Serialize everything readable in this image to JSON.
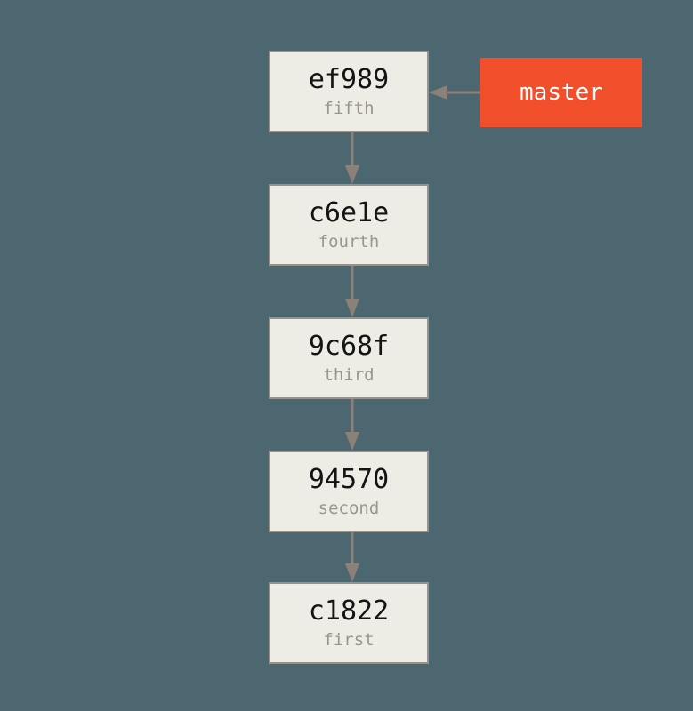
{
  "diagram": {
    "type": "git-commit-history",
    "background_color": "#4C6770",
    "arrow_color": "#8B8178",
    "node_style": {
      "fill": "#EEEDE5",
      "border_color": "#97938C",
      "hash_color": "#141414",
      "message_color": "#9A968E"
    },
    "commits": [
      {
        "hash": "ef989",
        "label": "fifth"
      },
      {
        "hash": "c6e1e",
        "label": "fourth"
      },
      {
        "hash": "9c68f",
        "label": "third"
      },
      {
        "hash": "94570",
        "label": "second"
      },
      {
        "hash": "c1822",
        "label": "first"
      }
    ],
    "edges": [
      {
        "from": "ef989",
        "to": "c6e1e"
      },
      {
        "from": "c6e1e",
        "to": "9c68f"
      },
      {
        "from": "9c68f",
        "to": "94570"
      },
      {
        "from": "94570",
        "to": "c1822"
      }
    ],
    "branch": {
      "label": "master",
      "fill": "#F14E2B",
      "text_color": "#FFFFFF",
      "points_to": "ef989"
    }
  }
}
